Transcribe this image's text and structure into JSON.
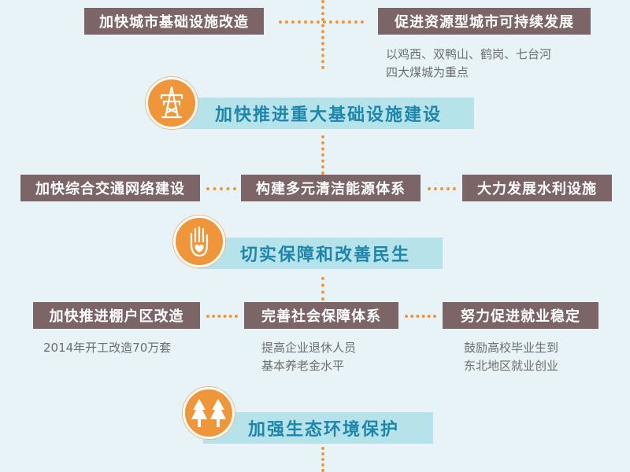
{
  "colors": {
    "background": "#e7f3f6",
    "box": "#7b6566",
    "banner": "#b6e2ea",
    "banner_text": "#1e86ab",
    "accent": "#f0963a",
    "note_text": "#6e6e6e"
  },
  "row1": {
    "left": "加快城市基础设施改造",
    "right": "促进资源型城市可持续发展",
    "right_note_line1": "以鸡西、双鸭山、鹤岗、七台河",
    "right_note_line2": "四大煤城为重点"
  },
  "section1": {
    "icon": "power-tower-icon",
    "title": "加快推进重大基础设施建设"
  },
  "row2": {
    "left": "加快综合交通网络建设",
    "middle": "构建多元清洁能源体系",
    "right": "大力发展水利设施"
  },
  "section2": {
    "icon": "hand-heart-icon",
    "title": "切实保障和改善民生"
  },
  "row3": {
    "left": "加快推进棚户区改造",
    "middle": "完善社会保障体系",
    "right": "努力促进就业稳定",
    "left_note": "2014年开工改造70万套",
    "middle_note_line1": "提高企业退休人员",
    "middle_note_line2": "基本养老金水平",
    "right_note_line1": "鼓励高校毕业生到",
    "right_note_line2": "东北地区就业创业"
  },
  "section3": {
    "icon": "trees-icon",
    "title": "加强生态环境保护"
  }
}
